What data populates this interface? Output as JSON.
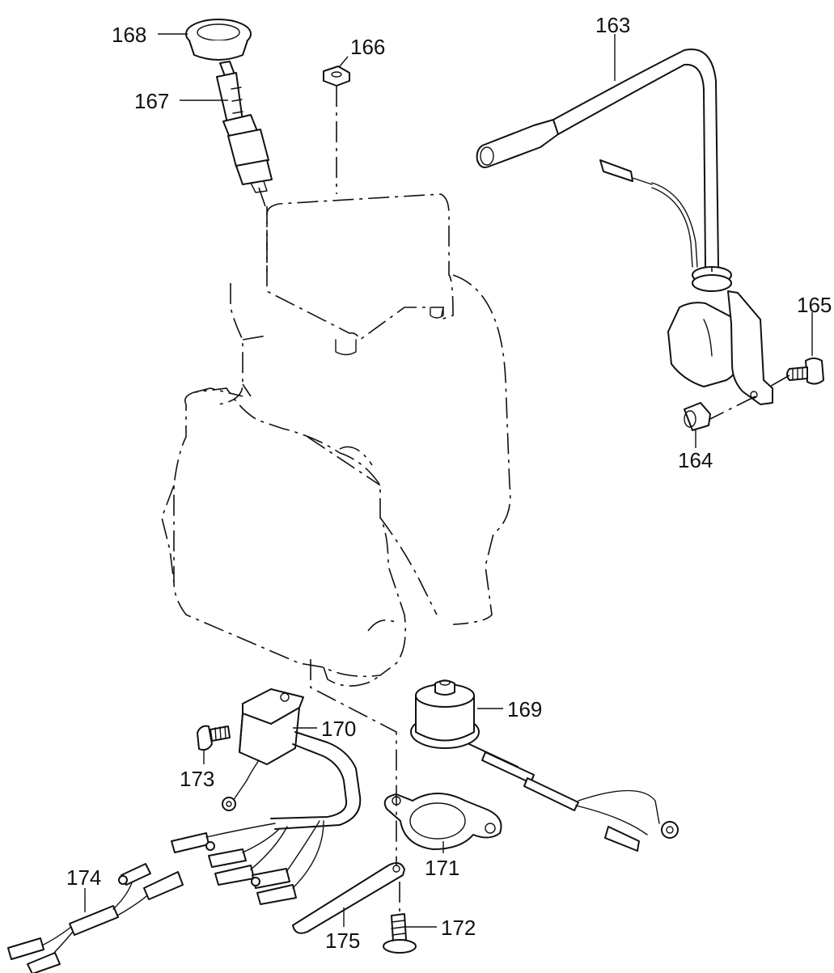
{
  "colors": {
    "ink": "#111111",
    "paper": "#ffffff"
  },
  "callouts": [
    {
      "id": "163",
      "label": "163",
      "part": "high-tension-cord"
    },
    {
      "id": "164",
      "label": "164",
      "part": "collar"
    },
    {
      "id": "165",
      "label": "165",
      "part": "bolt"
    },
    {
      "id": "166",
      "label": "166",
      "part": "nut"
    },
    {
      "id": "167",
      "label": "167",
      "part": "spark-plug"
    },
    {
      "id": "168",
      "label": "168",
      "part": "plug-cap"
    },
    {
      "id": "169",
      "label": "169",
      "part": "sensor"
    },
    {
      "id": "170",
      "label": "170",
      "part": "module"
    },
    {
      "id": "171",
      "label": "171",
      "part": "gasket"
    },
    {
      "id": "172",
      "label": "172",
      "part": "screw"
    },
    {
      "id": "173",
      "label": "173",
      "part": "bolt"
    },
    {
      "id": "174",
      "label": "174",
      "part": "wire-harness"
    },
    {
      "id": "175",
      "label": "175",
      "part": "ground-strap"
    }
  ]
}
